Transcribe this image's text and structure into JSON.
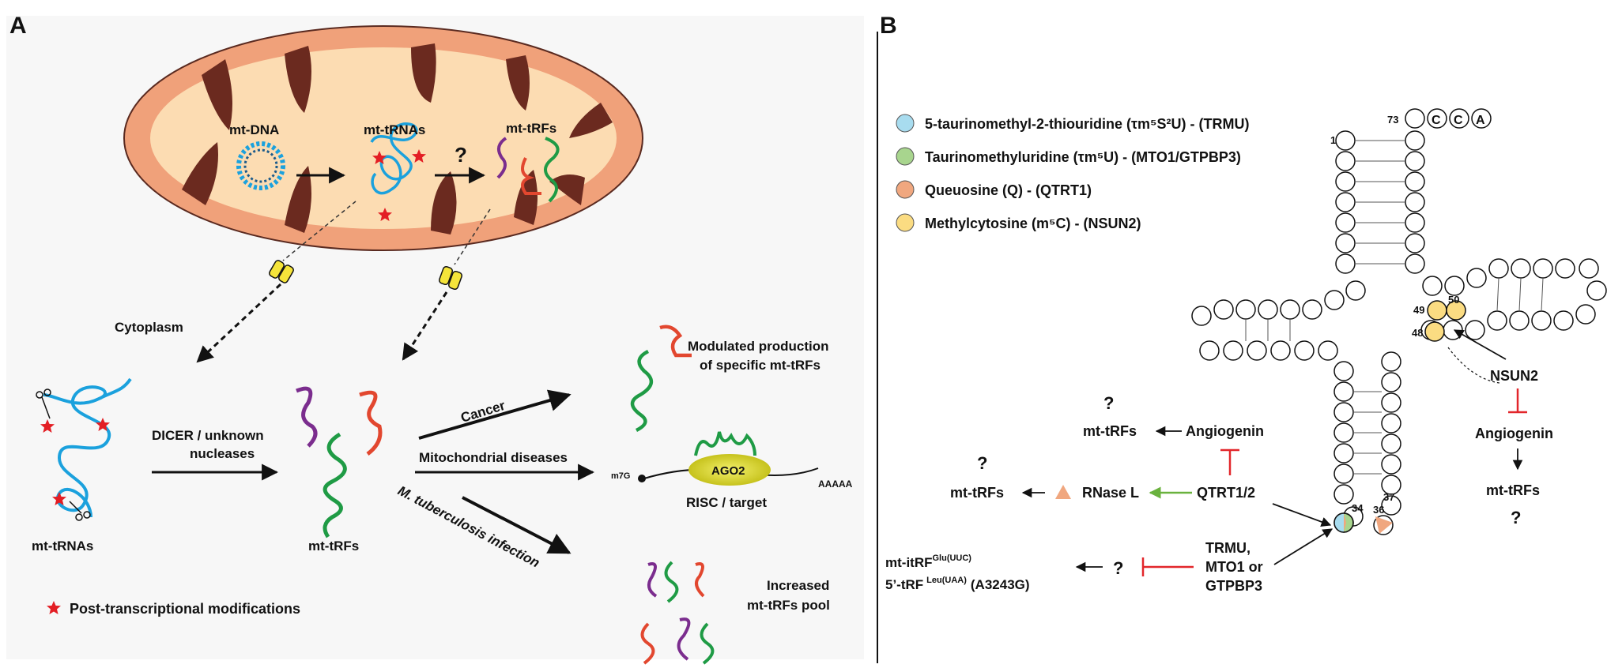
{
  "panel_a": {
    "label": "A",
    "mito_labels": {
      "mtdna": "mt-DNA",
      "mttrnas": "mt-tRNAs",
      "mttrfs": "mt-tRFs",
      "question": "?"
    },
    "cytoplasm": "Cytoplasm",
    "left_trnas": "mt-tRNAs",
    "dicer_line1": "DICER / unknown",
    "dicer_line2": "nucleases",
    "center_trfs": "mt-tRFs",
    "cancer": "Cancer",
    "mito_diseases": "Mitochondrial diseases",
    "mtb_infection": "M. tuberculosis infection",
    "modulated_line1": "Modulated production",
    "modulated_line2": "of specific mt-tRFs",
    "ago2": "AGO2",
    "m7g": "m7G",
    "polya": "AAAAA",
    "risc": "RISC / target",
    "increased_line1": "Increased",
    "increased_line2": "mt-tRFs pool",
    "legend_mod": "Post-transcriptional modifications"
  },
  "panel_b": {
    "label": "B",
    "legend": [
      {
        "text": "5-taurinomethyl-2-thiouridine (τm⁵S²U) - (TRMU)",
        "color": "#a8dcef"
      },
      {
        "text": "Taurinomethyluridine (τm⁵U) - (MTO1/GTPBP3)",
        "color": "#a8d58e"
      },
      {
        "text": "Queuosine (Q) - (QTRT1)",
        "color": "#f0a77f"
      },
      {
        "text": "Methylcytosine (m⁵C) - (NSUN2)",
        "color": "#fbdc82"
      }
    ],
    "positions": {
      "p73": "73",
      "p1": "1",
      "p49": "49",
      "p50": "50",
      "p48": "48",
      "p34": "34",
      "p36": "36",
      "p37": "37"
    },
    "cca": [
      "C",
      "C",
      "A"
    ],
    "nsun2": "NSUN2",
    "angiogenin_right": "Angiogenin",
    "mttrfs_right": "mt-tRFs",
    "q_right": "?",
    "q_top": "?",
    "mttrfs_top": "mt-tRFs",
    "angiogenin_top": "Angiogenin",
    "q_mid": "?",
    "mttrfs_mid": "mt-tRFs",
    "rnase_l": "RNase L",
    "qtrt": "QTRT1/2",
    "itrf_main": "mt-itRF",
    "itrf_sup": "Glu(UUC)",
    "trf5_main": "5’-tRF",
    "trf5_sup": "Leu(UAA)",
    "trf5_mut": "(A3243G)",
    "q_low": "?",
    "enz1": "TRMU,",
    "enz2": "MTO1 or",
    "enz3": "GTPBP3"
  },
  "colors": {
    "mito_outer": "#f0a17a",
    "mito_inner": "#fcdcb2",
    "cristae": "#6b2a1f",
    "trna_blue": "#1ba1dd",
    "trf_red": "#e2472f",
    "trf_green": "#1f9b45",
    "trf_purple": "#7b2d8e",
    "star": "#e31e24",
    "inhibit_red": "#e2262b",
    "activate_green": "#6ab23e",
    "triangle": "#f0a77f"
  }
}
